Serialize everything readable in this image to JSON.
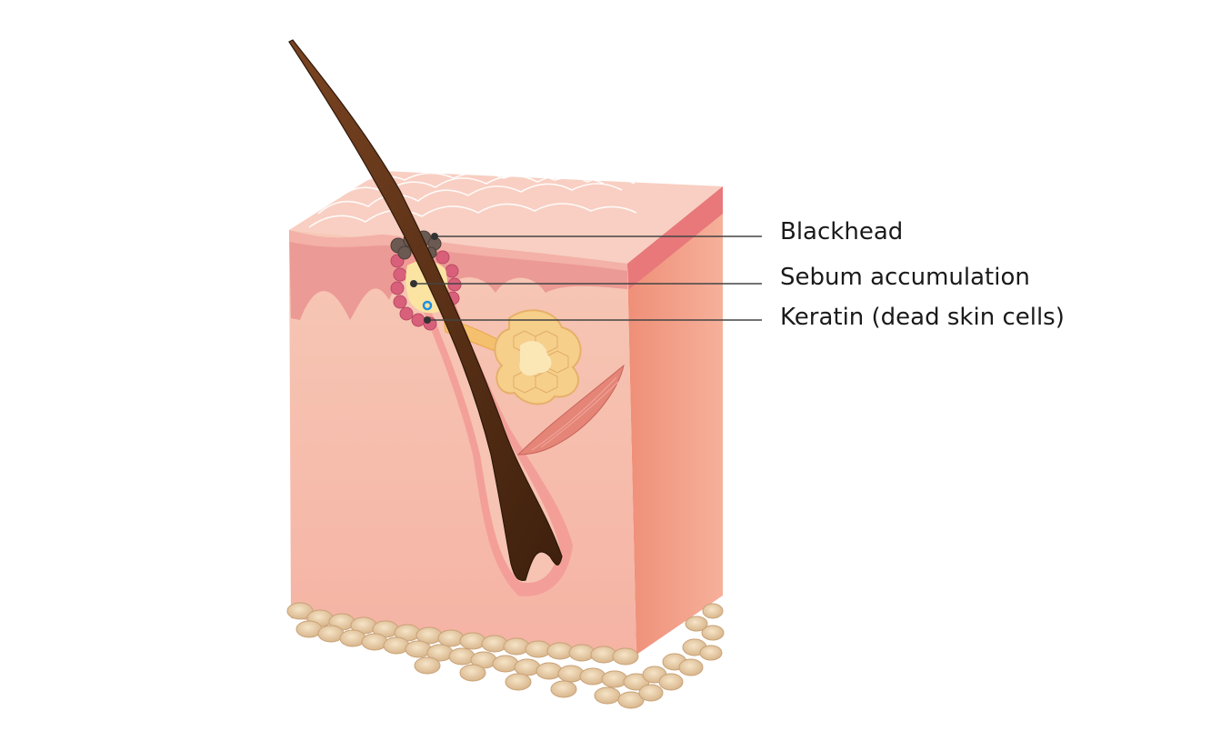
{
  "labels": {
    "blackhead": "Blackhead",
    "sebum": "Sebum accumulation",
    "keratin": "Keratin (dead skin cells)"
  },
  "colors": {
    "skin_front": "#f7bfae",
    "skin_side": "#f29a82",
    "skin_top": "#f9d3c7",
    "dermis_band": "#ec8f8c",
    "hair": "#6b3a1c",
    "sebaceous_gland": "#f6cf8a",
    "fat_cells": "#ead1ad",
    "blackhead": "#6b5a52",
    "leader_line": "#333333"
  }
}
